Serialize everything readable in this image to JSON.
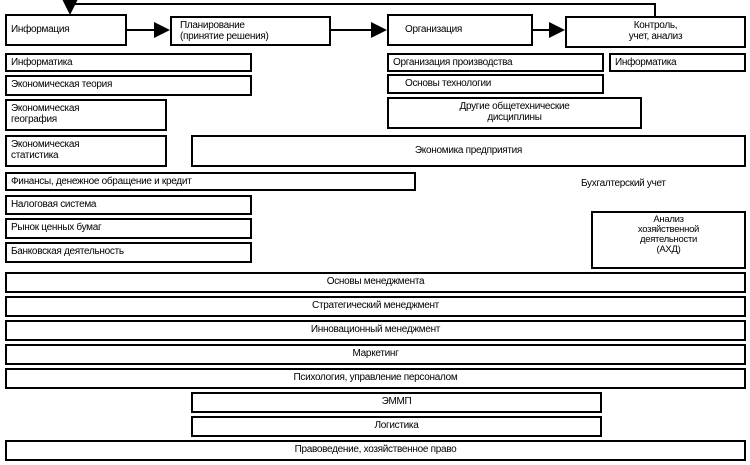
{
  "flow": {
    "info": "Информация",
    "planning": "Планирование\n(принятие решения)",
    "organization": "Организация",
    "control": "Контроль,\nучет, анализ"
  },
  "disciplines": {
    "informatics_left": "Информатика",
    "economic_theory": "Экономическая теория",
    "economic_geography": "Экономическая\nгеография",
    "economic_statistics": "Экономическая\nстатистика",
    "org_production": "Организация производства",
    "informatics_right": "Информатика",
    "tech_basics": "Основы технологии",
    "other_tech": "Другие общетехнические\nдисциплины",
    "enterprise_economics": "Экономика предприятия",
    "finance": "Финансы, денежное обращение и кредит",
    "accounting": "Бухгалтерский учет",
    "tax_system": "Налоговая система",
    "securities_market": "Рынок ценных бумаг",
    "banking": "Банковская деятельность",
    "ahd": "Анализ\nхозяйственной\nдеятельности\n(АХД)",
    "mgmt_basics": "Основы менеджмента",
    "strategic_mgmt": "Стратегический менеджмент",
    "innovation_mgmt": "Инновационный менеджмент",
    "marketing": "Маркетинг",
    "psychology": "Психология, управление персоналом",
    "emmm": "ЭММП",
    "logistics": "Логистика",
    "law": "Правоведение, хозяйственное право"
  }
}
